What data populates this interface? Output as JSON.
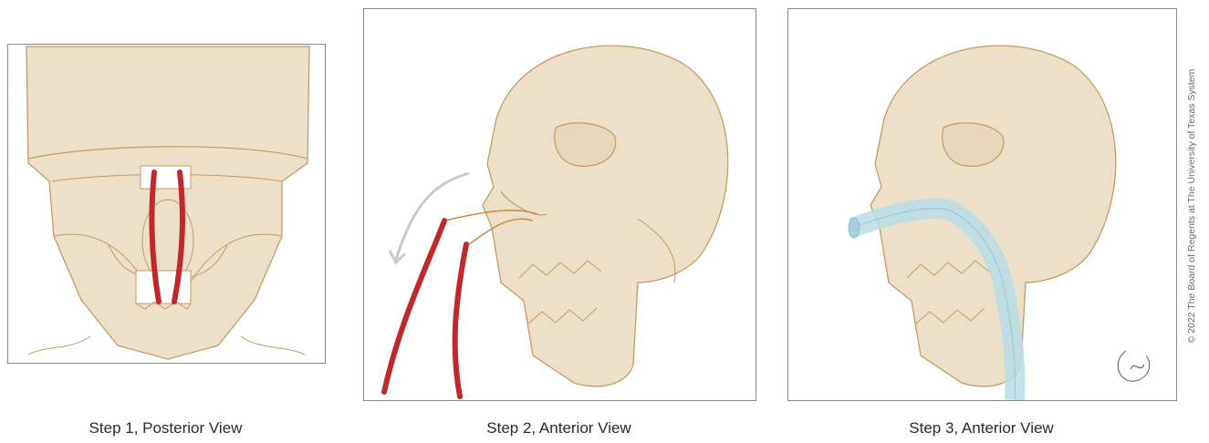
{
  "figure": {
    "captions": [
      "Step 1, Posterior View",
      "Step 2, Anterior View",
      "Step 3, Anterior View"
    ],
    "copyright": "© 2022 The Board of Regents at The University of Texas System",
    "colors": {
      "bone": "#ece1c8",
      "bone_outline": "#c79a64",
      "catheter": "#c0282b",
      "tube": "#b9dde6",
      "arrow": "#c9c9c9"
    },
    "icons": [
      "skull-posterior",
      "skull-anterior",
      "red-catheters",
      "nasal-tube",
      "artist-signature"
    ]
  }
}
